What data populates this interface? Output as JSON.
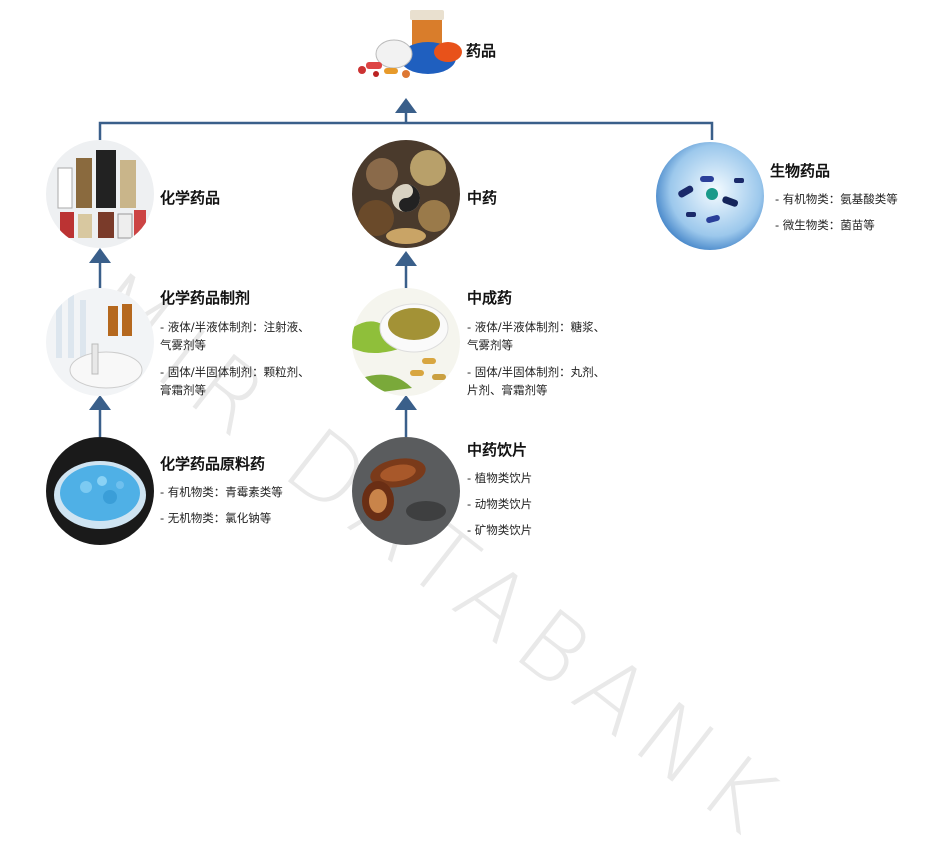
{
  "watermark": "MIR DATABANK",
  "root": {
    "label": "药品"
  },
  "categories": [
    {
      "label": "化学药品"
    },
    {
      "label": "中药"
    },
    {
      "label": "生物药品",
      "items": [
        "- 有机物类：氨基酸类等",
        "- 微生物类：菌苗等"
      ]
    }
  ],
  "chem_prep": {
    "label": "化学药品制剂",
    "items": [
      "- 液体/半液体制剂：注射液、",
      "气雾剂等",
      "- 固体/半固体制剂：颗粒剂、",
      "膏霜剂等"
    ]
  },
  "chem_raw": {
    "label": "化学药品原料药",
    "items": [
      "- 有机物类：青霉素类等",
      "- 无机物类：氯化钠等"
    ]
  },
  "tcm_patent": {
    "label": "中成药",
    "items": [
      " - 液体/半液体制剂：糖浆、",
      "气雾剂等",
      " - 固体/半固体制剂：丸剂、",
      "片剂、膏霜剂等"
    ]
  },
  "tcm_slices": {
    "label": "中药饮片",
    "items": [
      "- 植物类饮片",
      "- 动物类饮片",
      "- 矿物类饮片"
    ]
  },
  "colors": {
    "connector": "#3a5f8a"
  }
}
